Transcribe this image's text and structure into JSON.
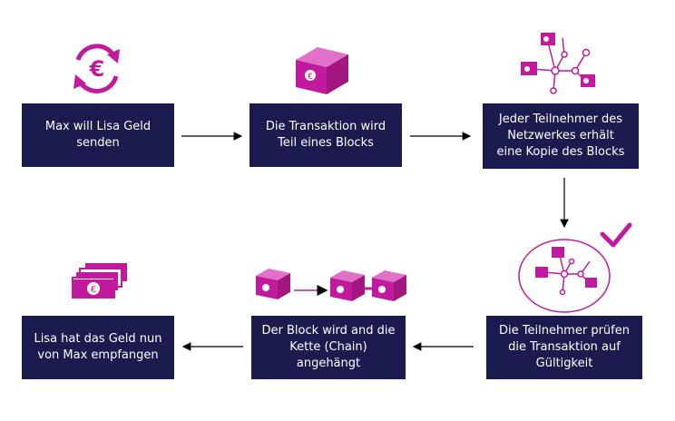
{
  "colors": {
    "box": "#1b1b4f",
    "accent": "#c21a9f",
    "arrow": "#000000"
  },
  "steps": [
    {
      "text": "Max will Lisa Geld\nsenden",
      "icon": "euro-exchange-icon"
    },
    {
      "text": "Die Transaktion wird\nTeil eines Blocks",
      "icon": "block-box-icon"
    },
    {
      "text": "Jeder Teilnehmer des\nNetzwerkes erhält\neine Kopie des Blocks",
      "icon": "network-icon"
    },
    {
      "text": "Die Teilnehmer prüfen\ndie Transaktion auf\nGültigkeit",
      "icon": "network-check-icon"
    },
    {
      "text": "Der Block wird and die\nKette (Chain)\nangehängt",
      "icon": "chain-blocks-icon"
    },
    {
      "text": "Lisa hat das Geld nun\nvon Max empfangen",
      "icon": "banknotes-icon"
    }
  ],
  "icon_glyphs": {
    "euro": "€"
  }
}
